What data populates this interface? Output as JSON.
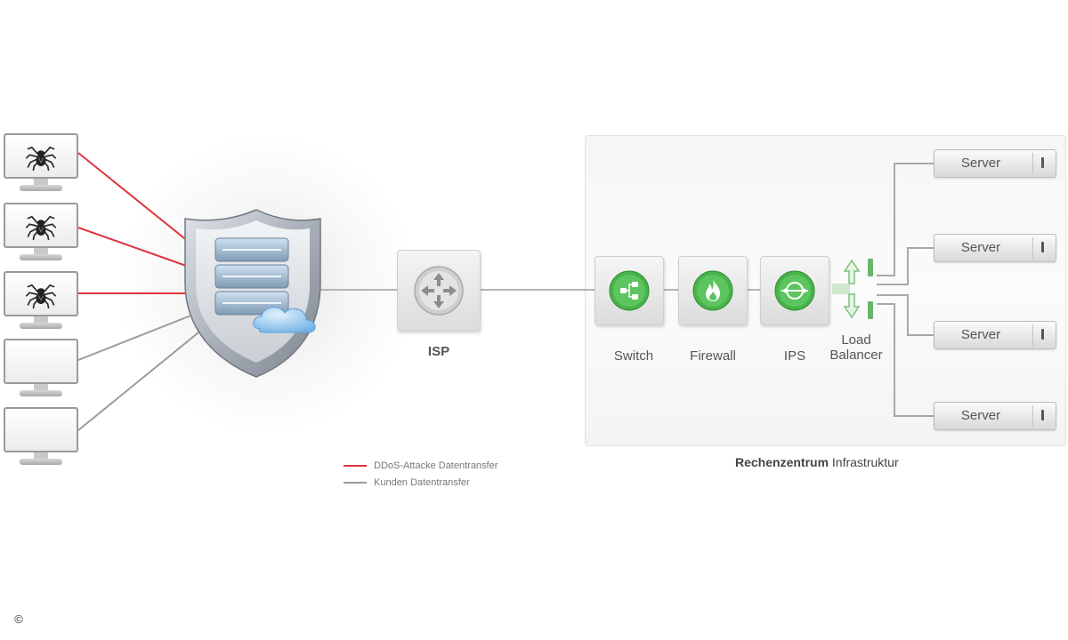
{
  "colors": {
    "attack": "#e0343e",
    "customer": "#9b9b9b",
    "accent_green": "#47b34a",
    "cloud_blue": "#8ec3ee"
  },
  "clients": [
    {
      "icon": "spider-icon",
      "traffic": "attack"
    },
    {
      "icon": "spider-icon",
      "traffic": "attack"
    },
    {
      "icon": "spider-icon",
      "traffic": "attack"
    },
    {
      "icon": "",
      "traffic": "customer"
    },
    {
      "icon": "",
      "traffic": "customer"
    }
  ],
  "protection": {
    "icon": "shield-server-cloud-icon"
  },
  "isp": {
    "label": "ISP",
    "icon": "router-icon"
  },
  "appliances": [
    {
      "label": "Switch",
      "icon": "switch-icon"
    },
    {
      "label": "Firewall",
      "icon": "flame-icon"
    },
    {
      "label": "IPS",
      "icon": "ips-icon"
    }
  ],
  "load_balancer": {
    "line1": "Load",
    "line2": "Balancer",
    "icon": "load-balancer-icon"
  },
  "servers": [
    {
      "label": "Server"
    },
    {
      "label": "Server"
    },
    {
      "label": "Server"
    },
    {
      "label": "Server"
    }
  ],
  "datacenter": {
    "bold": "Rechenzentrum",
    "normal": "Infrastruktur"
  },
  "legend": {
    "attack": "DDoS-Attacke  Datentransfer",
    "customer": "Kunden  Datentransfer"
  },
  "copyright": "©"
}
